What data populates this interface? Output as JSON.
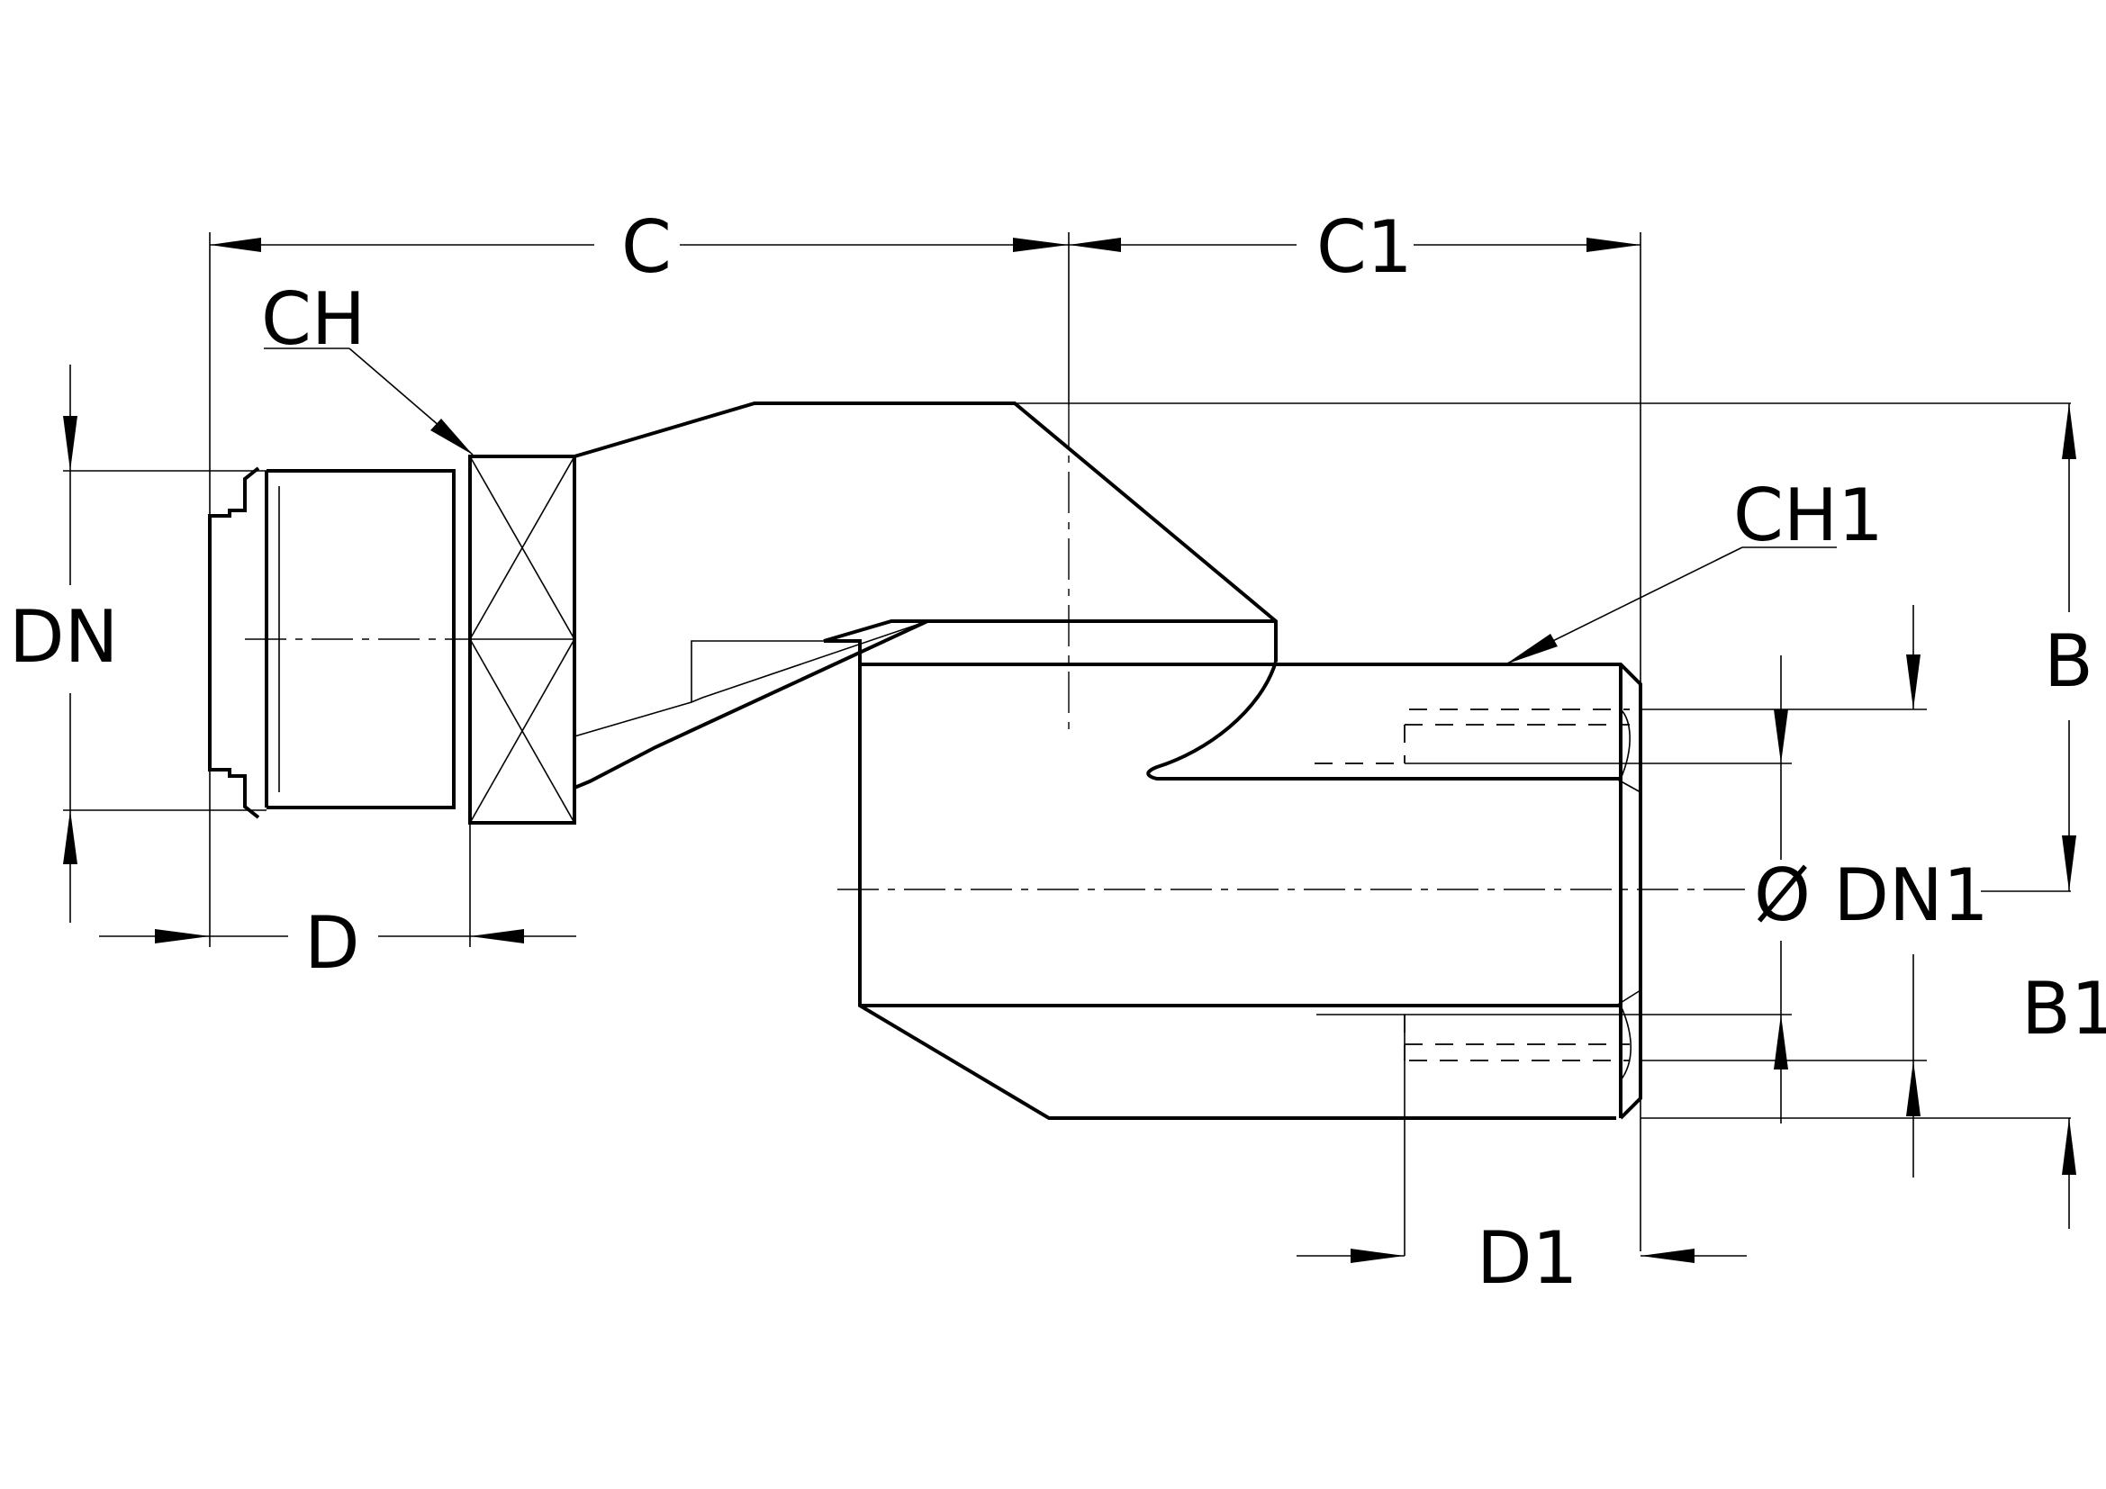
{
  "drawing": {
    "labels": {
      "c": "C",
      "c1": "C1",
      "ch": "CH",
      "ch1": "CH1",
      "dn": "DN",
      "d": "D",
      "b": "B",
      "dn1": "Ø DN1",
      "b1": "B1",
      "d1": "D1"
    },
    "colors": {
      "line": "#000000",
      "background": "#ffffff"
    }
  }
}
